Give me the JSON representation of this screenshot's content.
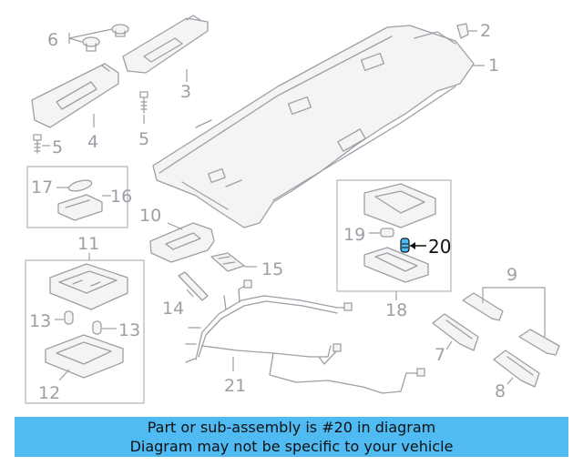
{
  "callouts": {
    "c1": "1",
    "c2": "2",
    "c3": "3",
    "c4": "4",
    "c5a": "5",
    "c5b": "5",
    "c6": "6",
    "c7": "7",
    "c8": "8",
    "c9": "9",
    "c10": "10",
    "c11": "11",
    "c12": "12",
    "c13a": "13",
    "c13b": "13",
    "c14": "14",
    "c15": "15",
    "c16": "16",
    "c17": "17",
    "c18": "18",
    "c19": "19",
    "c20": "20",
    "c21": "21"
  },
  "highlight_color": "#4fbbf2",
  "banner": {
    "line1": "Part or sub-assembly is #20 in diagram",
    "line2": "Diagram may not be specific to your vehicle"
  }
}
